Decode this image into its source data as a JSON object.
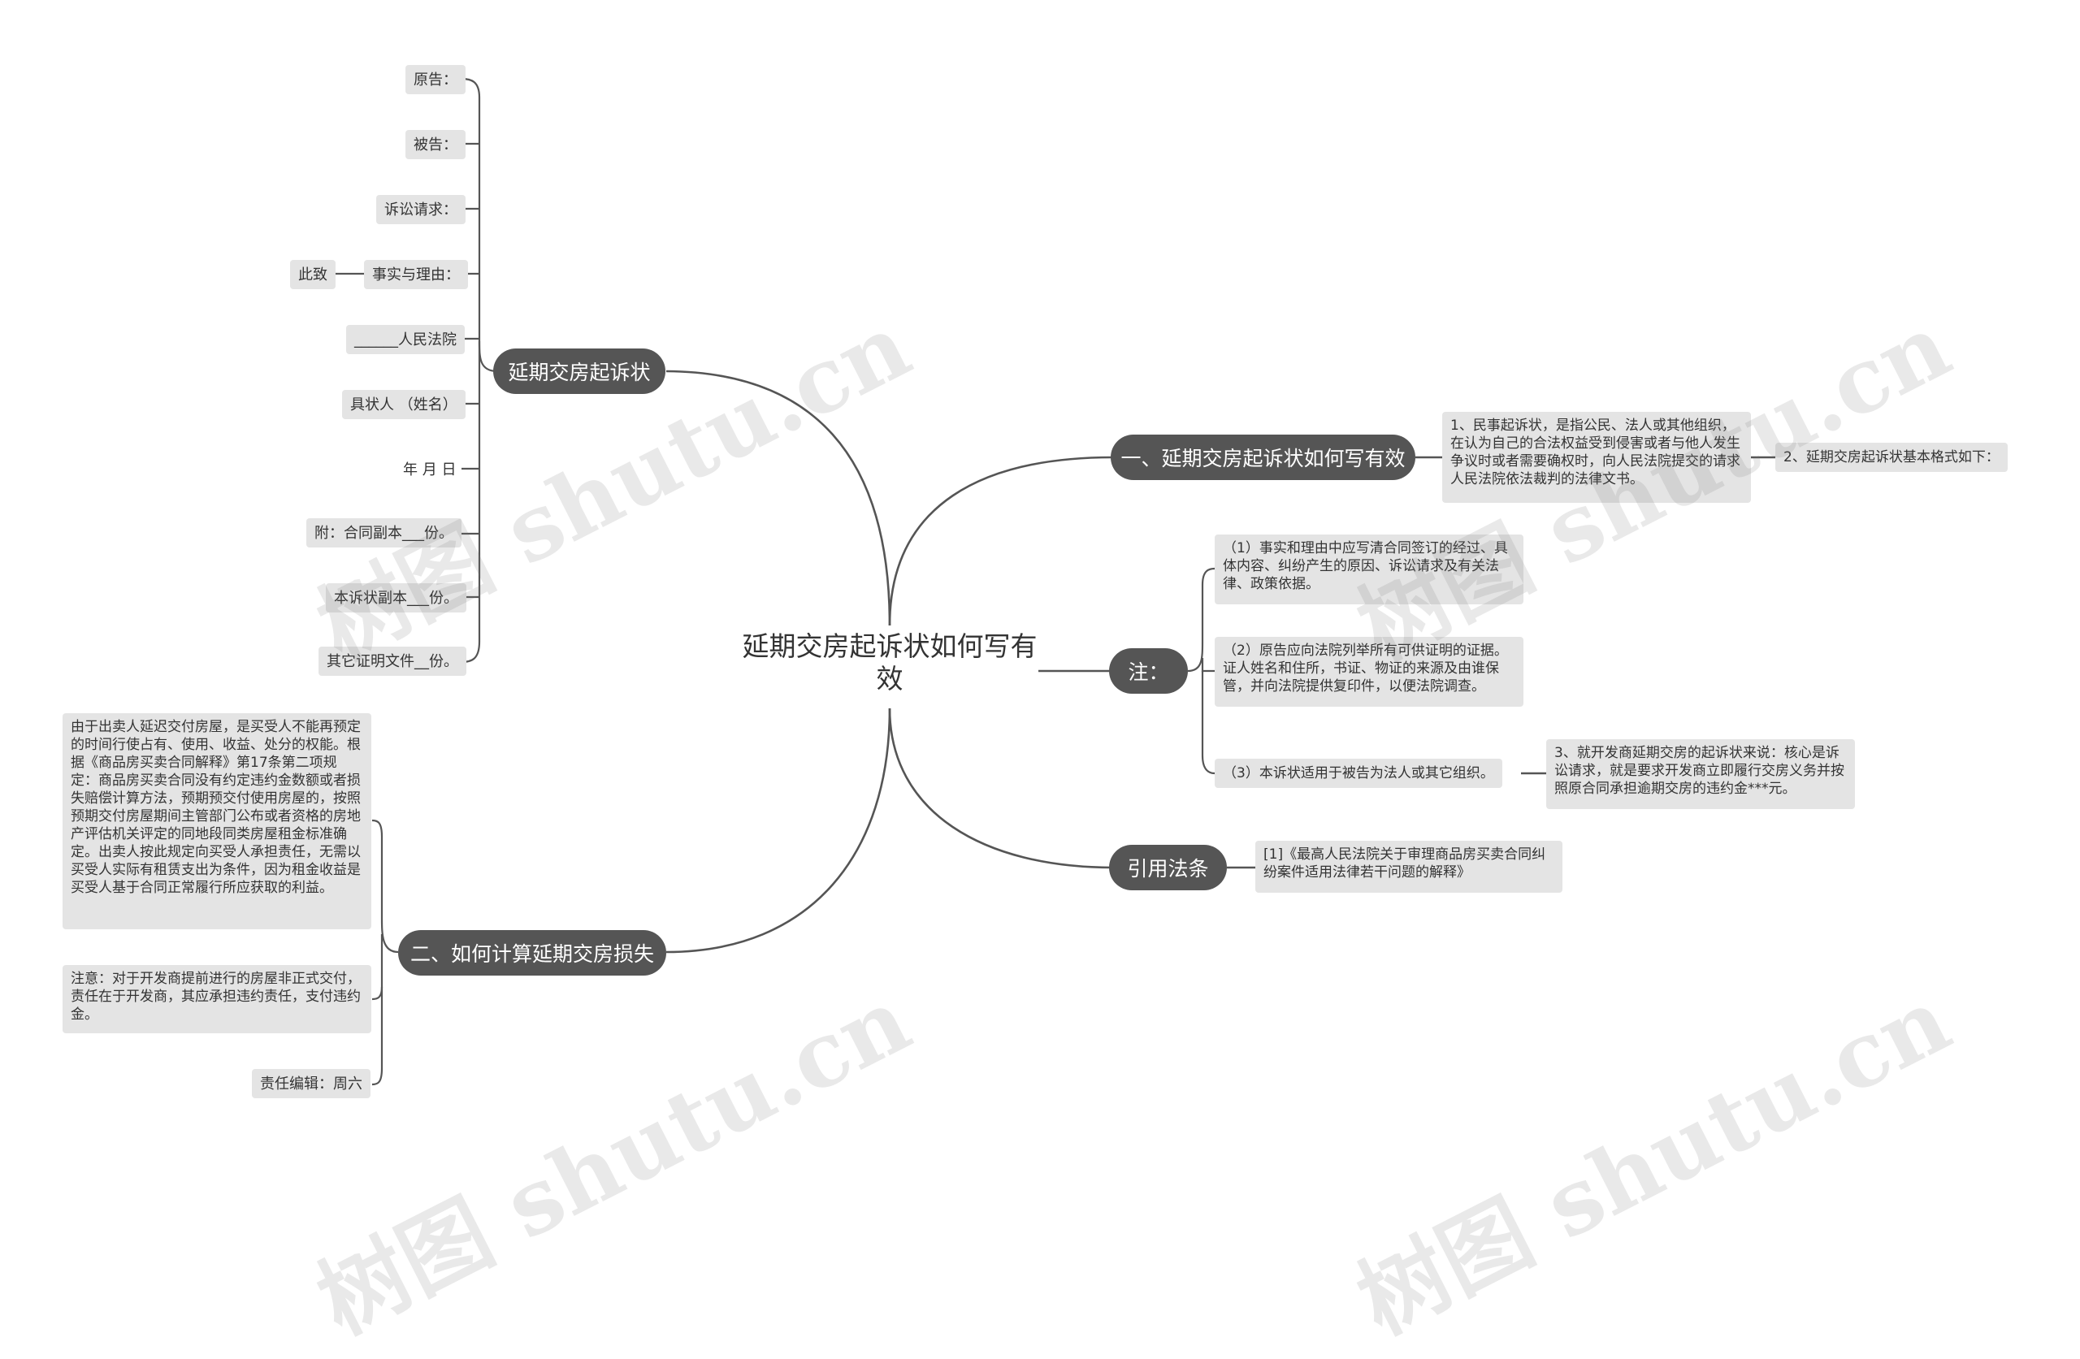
{
  "root": {
    "title": "延期交房起诉状如何写有效"
  },
  "branches": {
    "left_top": {
      "label": "延期交房起诉状",
      "leaves": [
        "原告：",
        "被告：",
        "诉讼请求：",
        "事实与理由：",
        "______人民法院",
        "具状人 （姓名）",
        "年 月 日",
        "附：合同副本___份。",
        "本诉状副本___份。",
        "其它证明文件__份。"
      ],
      "sub_leaf": "此致"
    },
    "left_bottom": {
      "label": "二、如何计算延期交房损失",
      "leaves": [
        "由于出卖人延迟交付房屋，是买受人不能再预定的时间行使占有、使用、收益、处分的权能。根据《商品房买卖合同解释》第17条第二项规定：商品房买卖合同没有约定违约金数额或者损失赔偿计算方法，预期预交付使用房屋的，按照预期交付房屋期间主管部门公布或者资格的房地产评估机关评定的同地段同类房屋租金标准确定。出卖人按此规定向买受人承担责任，无需以买受人实际有租赁支出为条件，因为租金收益是买受人基于合同正常履行所应获取的利益。",
        "注意：对于开发商提前进行的房屋非正式交付，责任在于开发商，其应承担违约责任，支付违约金。",
        "责任编辑：周六"
      ]
    },
    "right_1": {
      "label": "一、延期交房起诉状如何写有效",
      "leaf": "1、民事起诉状，是指公民、法人或其他组织，在认为自己的合法权益受到侵害或者与他人发生争议时或者需要确权时，向人民法院提交的请求人民法院依法裁判的法律文书。",
      "sub_leaf": "2、延期交房起诉状基本格式如下："
    },
    "right_2": {
      "label": "注：",
      "leaves": [
        "（1）事实和理由中应写清合同签订的经过、具体内容、纠纷产生的原因、诉讼请求及有关法律、政策依据。",
        "（2）原告应向法院列举所有可供证明的证据。证人姓名和住所，书证、物证的来源及由谁保管，并向法院提供复印件，以便法院调查。",
        "（3）本诉状适用于被告为法人或其它组织。"
      ],
      "sub_leaf": "3、就开发商延期交房的起诉状来说：核心是诉讼请求，就是要求开发商立即履行交房义务并按照原合同承担逾期交房的违约金***元。"
    },
    "right_3": {
      "label": "引用法条",
      "leaf": "[1]《最高人民法院关于审理商品房买卖合同纠纷案件适用法律若干问题的解释》"
    }
  },
  "watermark": "树图 shutu.cn",
  "colors": {
    "branch_fill": "#555555",
    "leaf_fill": "#e4e4e4",
    "line": "#555555",
    "text": "#333333"
  }
}
